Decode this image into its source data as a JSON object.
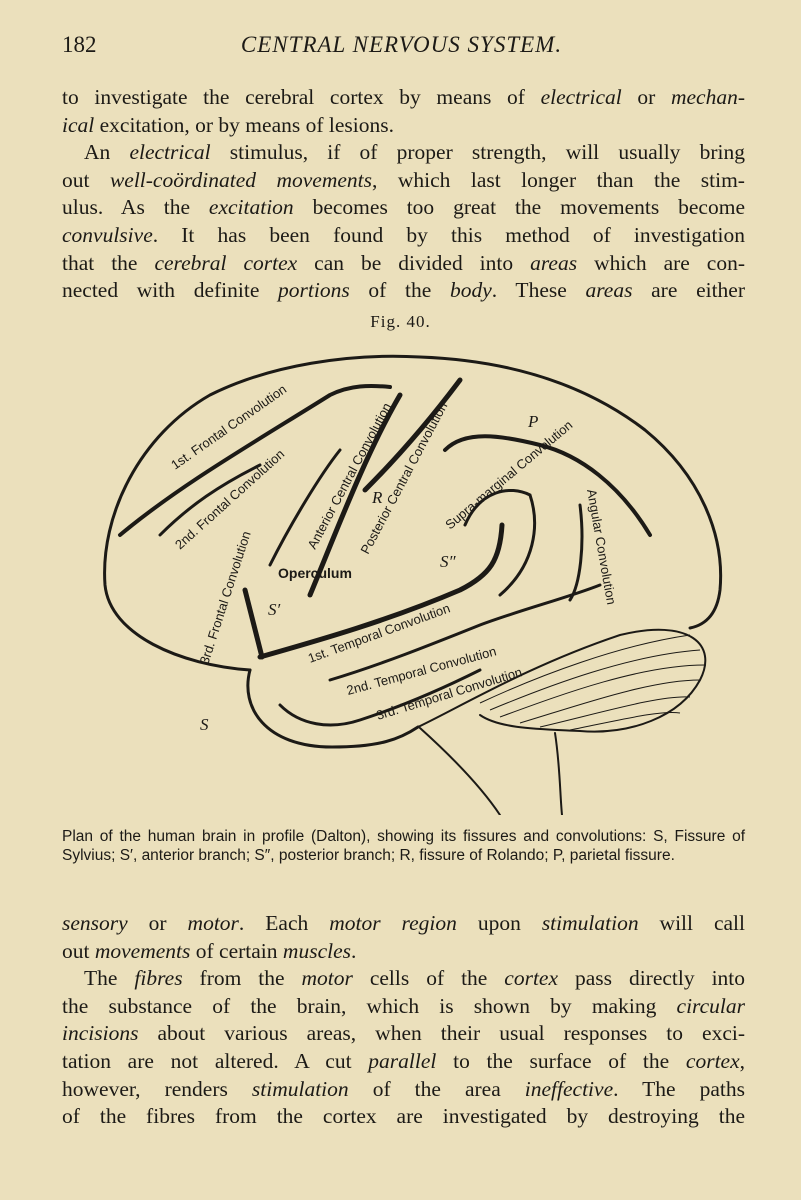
{
  "header": {
    "page_number": "182",
    "running_title": "CENTRAL NERVOUS SYSTEM."
  },
  "top_lines": [
    {
      "indent": false,
      "segs": [
        {
          "t": "to investigate the cerebral cortex by means of "
        },
        {
          "t": "electrical",
          "i": true
        },
        {
          "t": " or "
        },
        {
          "t": "mechan-",
          "i": true
        }
      ]
    },
    {
      "indent": false,
      "last": true,
      "segs": [
        {
          "t": "ical",
          "i": true
        },
        {
          "t": " excitation, or by means of lesions."
        }
      ]
    },
    {
      "indent": true,
      "segs": [
        {
          "t": "An "
        },
        {
          "t": "electrical",
          "i": true
        },
        {
          "t": " stimulus, if of proper strength, will usually bring"
        }
      ]
    },
    {
      "indent": false,
      "segs": [
        {
          "t": "out "
        },
        {
          "t": "well-coördinated movements",
          "i": true
        },
        {
          "t": ", which last longer than the stim-"
        }
      ]
    },
    {
      "indent": false,
      "segs": [
        {
          "t": "ulus.  As the "
        },
        {
          "t": "excitation",
          "i": true
        },
        {
          "t": " becomes too great the movements become"
        }
      ]
    },
    {
      "indent": false,
      "segs": [
        {
          "t": "convulsive",
          "i": true
        },
        {
          "t": ".  It has been found by this method of investigation"
        }
      ]
    },
    {
      "indent": false,
      "segs": [
        {
          "t": "that the "
        },
        {
          "t": "cerebral cortex",
          "i": true
        },
        {
          "t": " can be divided into "
        },
        {
          "t": "areas",
          "i": true
        },
        {
          "t": " which are con-"
        }
      ]
    },
    {
      "indent": false,
      "segs": [
        {
          "t": "nected with definite "
        },
        {
          "t": "portions",
          "i": true
        },
        {
          "t": " of the "
        },
        {
          "t": "body",
          "i": true
        },
        {
          "t": ".  These "
        },
        {
          "t": "areas",
          "i": true
        },
        {
          "t": " are either"
        }
      ]
    }
  ],
  "figure": {
    "label": "Fig. 40.",
    "labels": {
      "frontal1": "1st. Frontal Convolution",
      "frontal2": "2nd. Frontal Convolution",
      "frontal3": "3rd. Frontal Convolution",
      "ant_central": "Anterior Central Convolution",
      "post_central": "Posterior Central Convolution",
      "operculum": "Operculum",
      "supramarginal": "Supra-marginal Convolution",
      "angular": "Angular Convolution",
      "temporal1": "1st. Temporal Convolution",
      "temporal2": "2nd. Temporal Convolution",
      "temporal3": "3rd. Temporal Convolution",
      "R": "R",
      "P": "P",
      "S": "S",
      "S1": "S′",
      "S2": "S″"
    },
    "caption": "Plan of the human brain in profile (Dalton), showing its fissures and convolutions: S, Fissure of Sylvius; S′, anterior branch; S″, posterior branch; R, fissure of Rolando; P, parietal fissure."
  },
  "bottom_lines": [
    {
      "indent": false,
      "segs": [
        {
          "t": "sensory",
          "i": true
        },
        {
          "t": " or "
        },
        {
          "t": "motor",
          "i": true
        },
        {
          "t": ".  Each "
        },
        {
          "t": "motor region",
          "i": true
        },
        {
          "t": " upon "
        },
        {
          "t": "stimulation",
          "i": true
        },
        {
          "t": " will call"
        }
      ]
    },
    {
      "indent": false,
      "last": true,
      "segs": [
        {
          "t": "out "
        },
        {
          "t": "movements",
          "i": true
        },
        {
          "t": " of certain "
        },
        {
          "t": "muscles",
          "i": true
        },
        {
          "t": "."
        }
      ]
    },
    {
      "indent": true,
      "segs": [
        {
          "t": "The "
        },
        {
          "t": "fibres",
          "i": true
        },
        {
          "t": " from the "
        },
        {
          "t": "motor",
          "i": true
        },
        {
          "t": " cells of the "
        },
        {
          "t": "cortex",
          "i": true
        },
        {
          "t": " pass directly into"
        }
      ]
    },
    {
      "indent": false,
      "segs": [
        {
          "t": "the substance of the brain, which is shown by making "
        },
        {
          "t": "circular",
          "i": true
        }
      ]
    },
    {
      "indent": false,
      "segs": [
        {
          "t": "incisions",
          "i": true
        },
        {
          "t": " about various areas, when their usual responses to exci-"
        }
      ]
    },
    {
      "indent": false,
      "segs": [
        {
          "t": "tation are not altered.  A cut "
        },
        {
          "t": "parallel",
          "i": true
        },
        {
          "t": " to the surface of the "
        },
        {
          "t": "cortex",
          "i": true
        },
        {
          "t": ","
        }
      ]
    },
    {
      "indent": false,
      "segs": [
        {
          "t": "however, renders "
        },
        {
          "t": "stimulation",
          "i": true
        },
        {
          "t": " of the area "
        },
        {
          "t": "ineffective",
          "i": true
        },
        {
          "t": ".  The paths"
        }
      ]
    },
    {
      "indent": false,
      "segs": [
        {
          "t": "of the fibres from the cortex are investigated by destroying the"
        }
      ]
    }
  ]
}
